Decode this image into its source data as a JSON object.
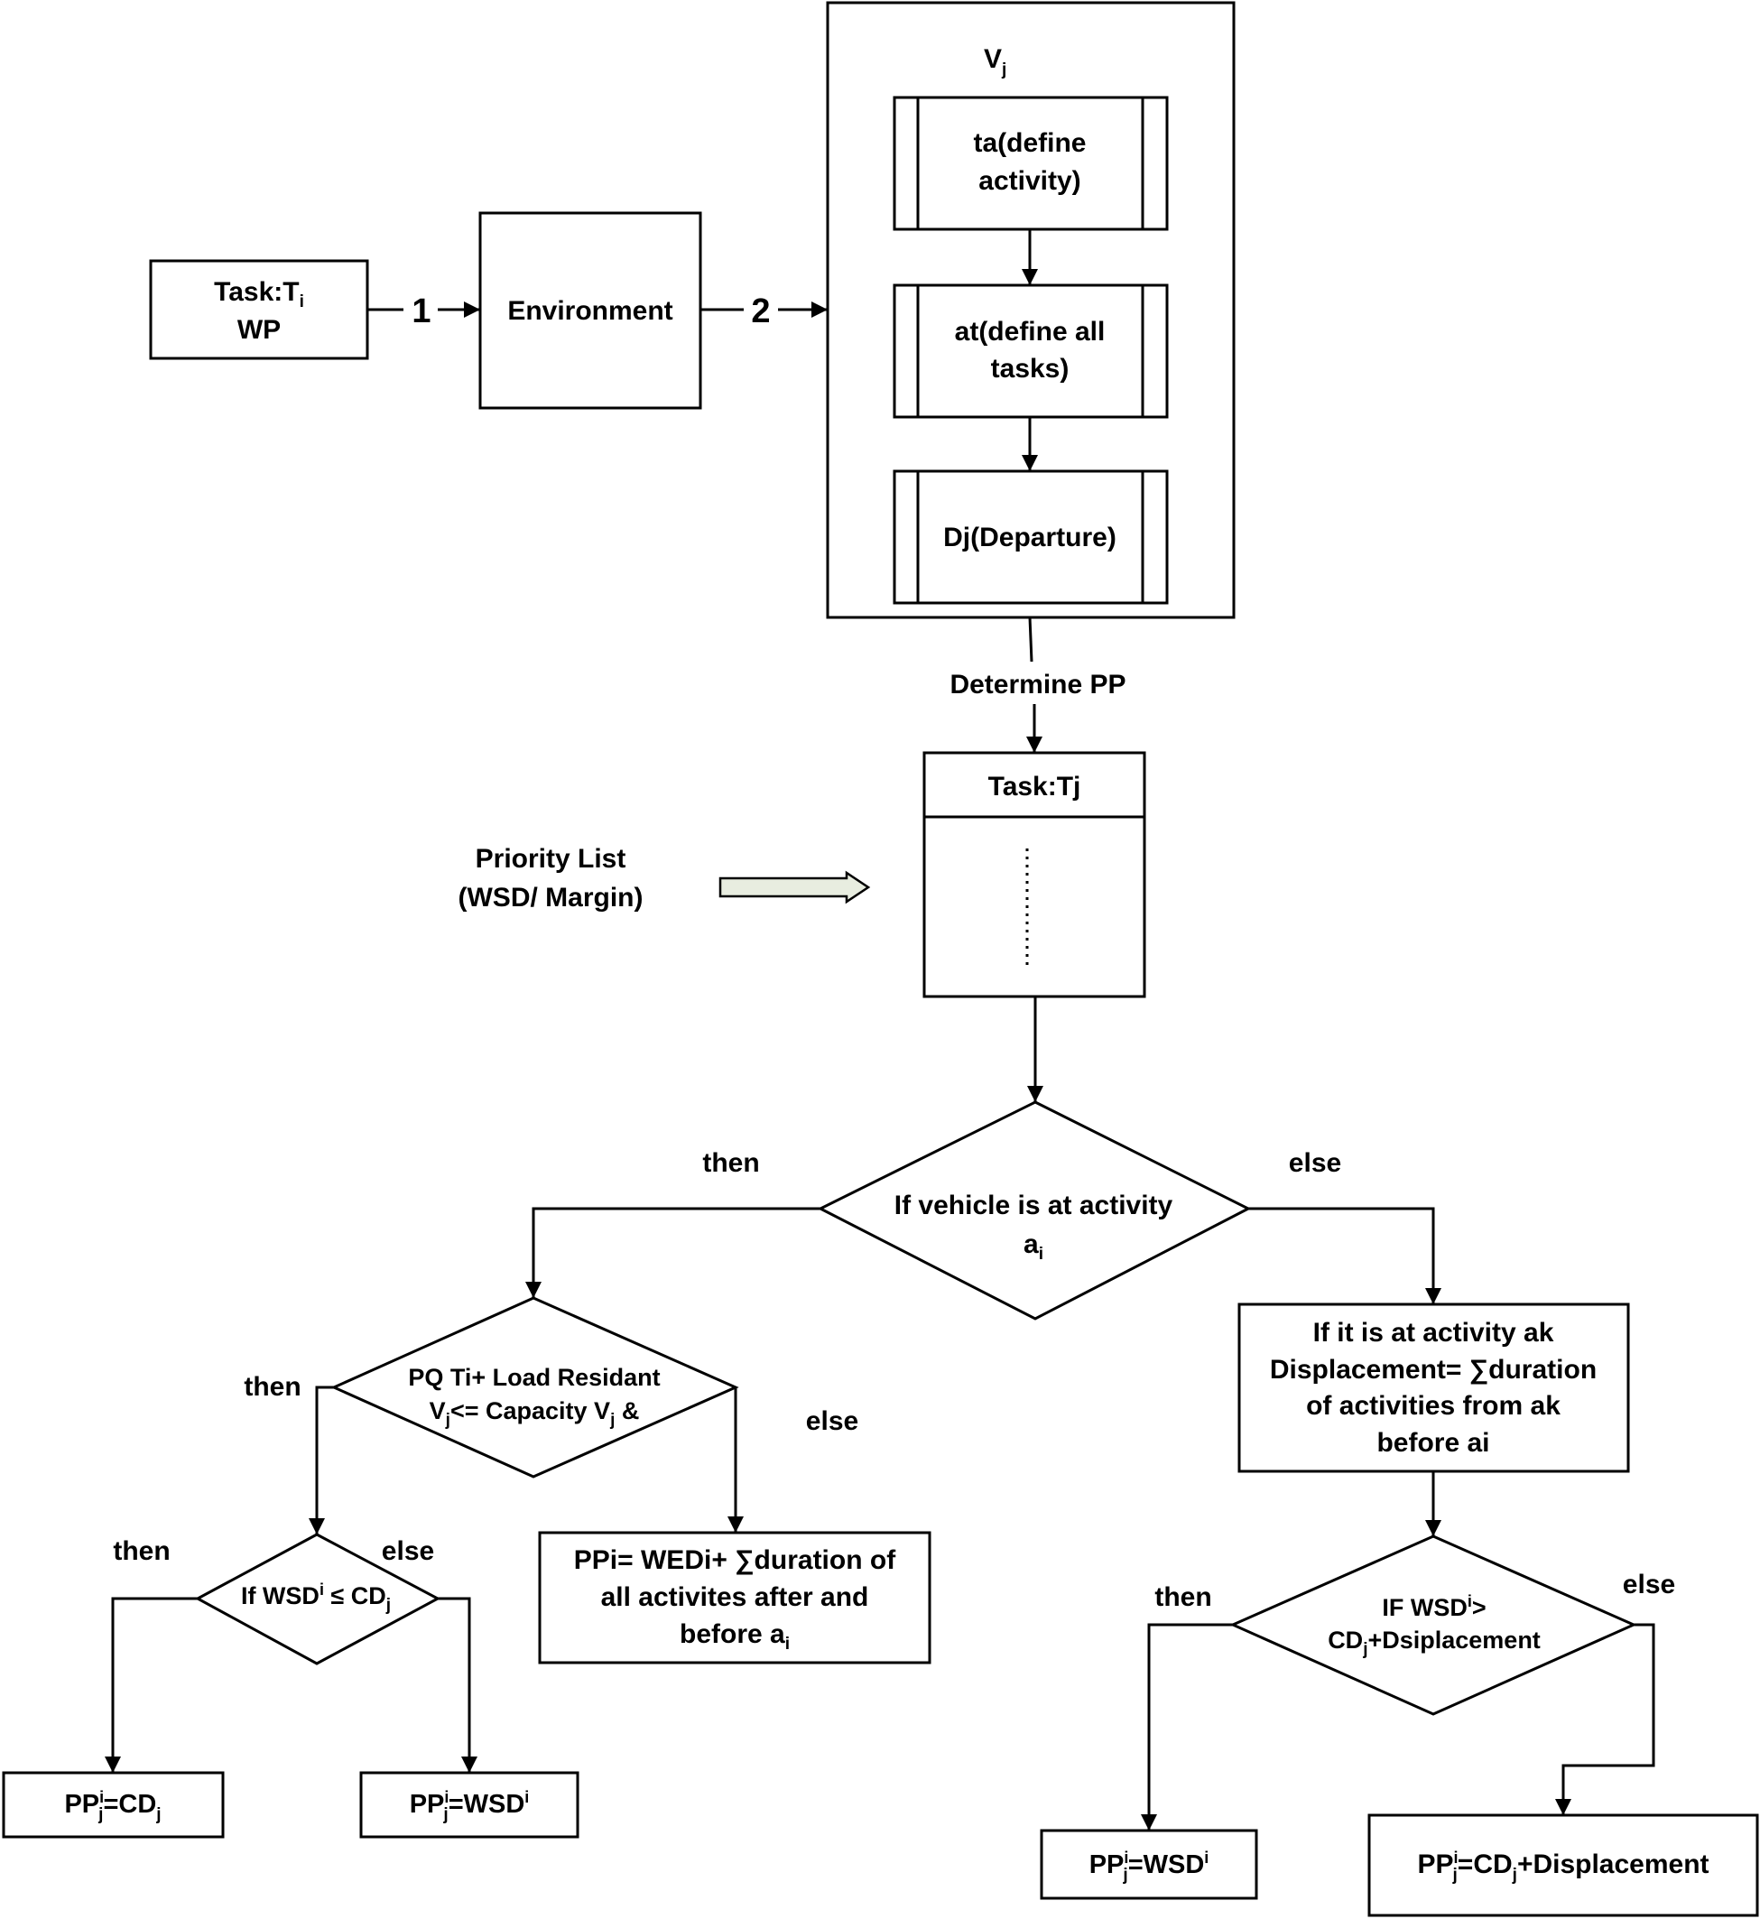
{
  "nodes": {
    "task_ti": {
      "line1": "Task:T",
      "line1_sub": "i",
      "line2": "WP"
    },
    "environment": {
      "label": "Environment"
    },
    "vj": {
      "label": "V",
      "label_sub": "j"
    },
    "ta": {
      "line1": "ta(define",
      "line2": "activity)"
    },
    "at": {
      "line1": "at(define all",
      "line2": "tasks)"
    },
    "dj": {
      "label": "Dj(Departure)"
    },
    "task_tj": {
      "label": "Task:Tj"
    },
    "priority_list": {
      "line1": "Priority List",
      "line2": "(WSD/ Margin)"
    },
    "decision_vehicle": {
      "line1": "If vehicle is at activity",
      "line2": "a",
      "line2_sub": "i"
    },
    "decision_pq": {
      "line1": "PQ Ti+ Load Residant",
      "line2_a": "V",
      "line2_sub": "j",
      "line2_b": "<= Capacity V",
      "line2_sub2": "j",
      "line2_c": " &"
    },
    "displacement": {
      "line1": "If it is at activity ak",
      "line2": "Displacement= ∑duration",
      "line3": "of activities from ak",
      "line4": "before ai"
    },
    "decision_wsd_cd": {
      "a": "If WSD",
      "sup": "i",
      "b": " ≤ CD",
      "sub": "j"
    },
    "ppi_box": {
      "line1": "PPi= WEDi+ ∑duration of",
      "line2": "all activites after and",
      "line3": "before a",
      "line3_sub": "i"
    },
    "decision_wsd_disp": {
      "line1_a": "IF WSD",
      "line1_sup": "i",
      "line1_b": ">",
      "line2_a": "CD",
      "line2_sub": "j",
      "line2_b": "+Dsiplacement"
    },
    "pp_cd": {
      "a": "PP",
      "sup": "i",
      "sub": "j",
      "b": "=CD",
      "sub2": "j"
    },
    "pp_wsd_left": {
      "a": "PP",
      "sup": "i",
      "sub": "j",
      "b": "=WSD",
      "sup2": "i"
    },
    "pp_wsd_right": {
      "a": "PP",
      "sup": "i",
      "sub": "j",
      "b": "=WSD",
      "sup2": "i"
    },
    "pp_cd_disp": {
      "a": "PP",
      "sup": "i",
      "sub": "j",
      "b": "=CD",
      "sub2": "j",
      "c": "+Displacement"
    }
  },
  "edge_labels": {
    "one": "1",
    "two": "2",
    "determine_pp": "Determine PP",
    "then_vehicle": "then",
    "else_vehicle": "else",
    "then_pq": "then",
    "else_pq": "else",
    "then_wsd_cd": "then",
    "else_wsd_cd": "else",
    "then_wsd_disp": "then",
    "else_wsd_disp": "else"
  },
  "colors": {
    "line": "#000000",
    "background": "#ffffff",
    "hollow_arrow_fill": "#e8ede0"
  }
}
